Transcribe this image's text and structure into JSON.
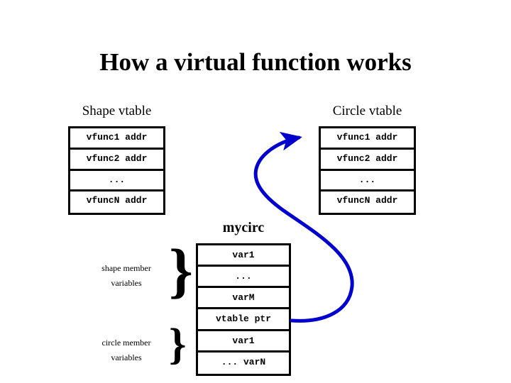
{
  "slide": {
    "title": "How a virtual function works",
    "background_color": "#ffffff",
    "text_color": "#000000",
    "accent_color": "#0000cc"
  },
  "shape_vtable": {
    "caption": "Shape vtable",
    "rows": [
      "vfunc1 addr",
      "vfunc2 addr",
      "...",
      "vfuncN addr"
    ]
  },
  "circle_vtable": {
    "caption": "Circle vtable",
    "rows": [
      "vfunc1 addr",
      "vfunc2 addr",
      "...",
      "vfuncN addr"
    ]
  },
  "mycirc": {
    "caption": "mycirc",
    "rows": [
      "var1",
      "...",
      "varM",
      "vtable ptr",
      "var1",
      "... varN"
    ],
    "shape_member_label_line1": "shape member",
    "shape_member_label_line2": "variables",
    "circle_member_label_line1": "circle member",
    "circle_member_label_line2": "variables",
    "brace_glyph": "}"
  },
  "pointer": {
    "name": "vtable-pointer-arrow",
    "color": "#0000cc",
    "from": "mycirc.vtable ptr",
    "to": "circle_vtable.vfunc1 addr"
  }
}
